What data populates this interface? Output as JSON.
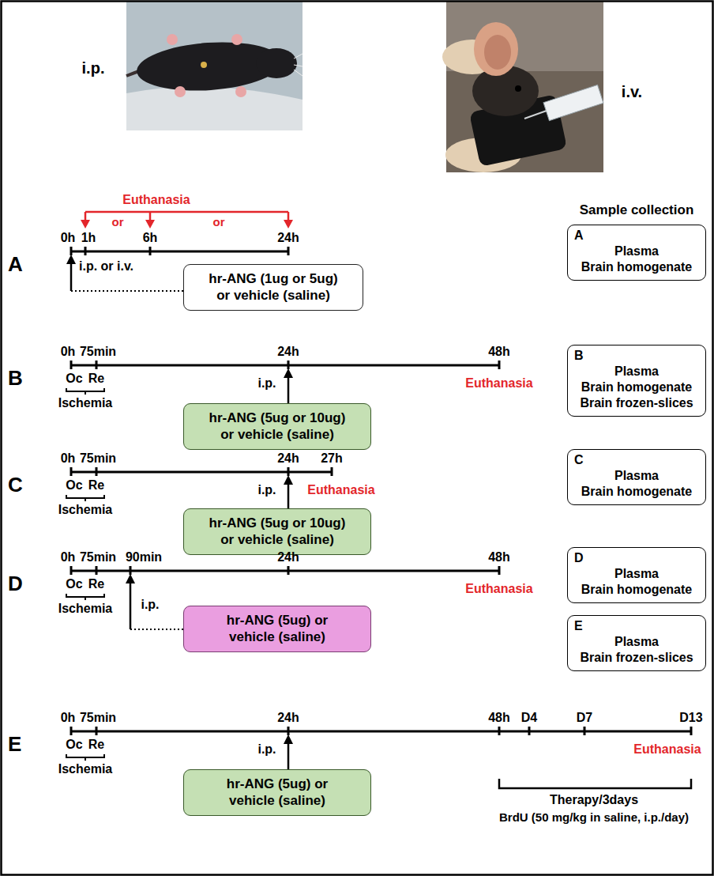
{
  "diagram": {
    "nodes": [
      {
        "text": [
          "hr-ANG (1ug or 5ug) or vehicle (saline)"
        ]
      },
      {
        "text": [
          "A",
          "Plasma",
          "Brain homogenate"
        ]
      },
      {
        "text": [
          "hr-ANG (5ug or 10ug) or vehicle (saline)"
        ]
      },
      {
        "text": [
          "B",
          "Plasma",
          "Brain homogenate",
          "Brain frozen-slices"
        ]
      },
      {
        "text": [
          "hr-ANG (5ug or 10ug) or vehicle (saline)"
        ]
      },
      {
        "text": [
          "C",
          "Plasma",
          "Brain homogenate"
        ]
      },
      {
        "text": [
          "hr-ANG (5ug) or vehicle (saline)"
        ]
      },
      {
        "text": [
          "D",
          "Plasma",
          "Brain homogenate"
        ]
      },
      {
        "text": [
          "E",
          "Plasma",
          "Brain frozen-slices"
        ]
      },
      {
        "text": [
          "hr-ANG (5ug) or vehicle (saline)"
        ]
      }
    ],
    "labels": [
      "i.p.",
      "i.v.",
      "Euthanasia",
      "or",
      "or",
      "0h",
      "1h",
      "6h",
      "24h",
      "A",
      "i.p. or i.v.",
      "Sample collection",
      "0h",
      "75min",
      "24h",
      "48h",
      "B",
      "Oc",
      "Re",
      "Ischemia",
      "i.p.",
      "Euthanasia",
      "0h",
      "75min",
      "24h",
      "27h",
      "C",
      "Oc",
      "Re",
      "Ischemia",
      "i.p.",
      "Euthanasia",
      "0h",
      "75min",
      "90min",
      "24h",
      "48h",
      "D",
      "Oc",
      "Re",
      "Ischemia",
      "i.p.",
      "Euthanasia",
      "0h",
      "75min",
      "24h",
      "48h",
      "D4",
      "D7",
      "D13",
      "E",
      "Oc",
      "Re",
      "Ischemia",
      "i.p.",
      "Euthanasia",
      "Therapy/3days",
      "BrdU (50 mg/kg in saline, i.p./day)"
    ]
  }
}
